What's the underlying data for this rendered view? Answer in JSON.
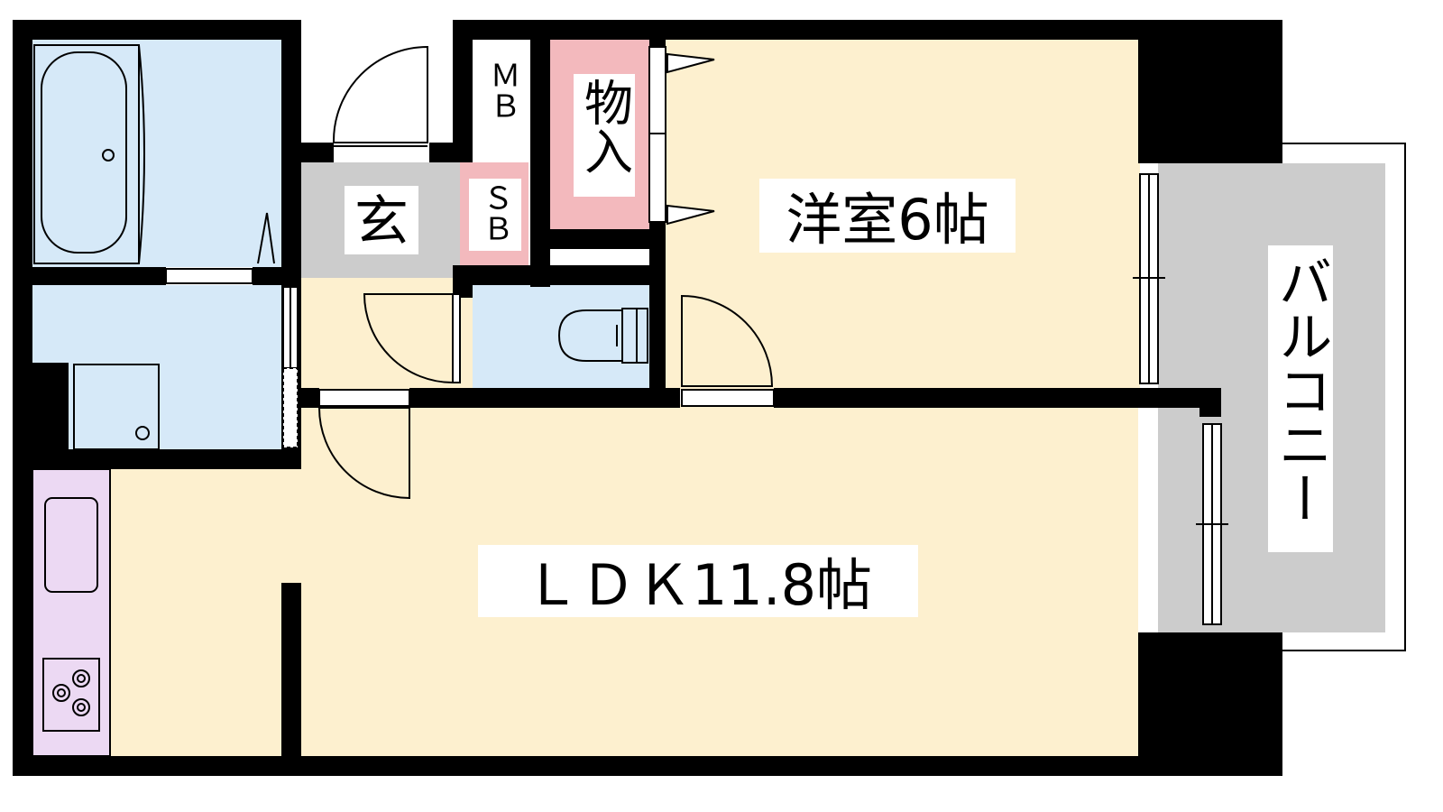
{
  "rooms": {
    "western_room": "洋室6帖",
    "ldk": "ＬＤＫ11.8帖",
    "entrance": "玄",
    "storage": "物入",
    "meter_box": "ＭＢ",
    "shoe_box": "ＳＢ",
    "balcony": "バルコニー"
  },
  "colors": {
    "wall": "#000000",
    "room_floor": "#fdf0cf",
    "wet_area": "#d6e9f8",
    "entrance_floor": "#cccccc",
    "storage": "#f3b9bd",
    "kitchen_counter": "#ecd9f3",
    "balcony_floor": "#cccccc",
    "fixture_line": "#000000"
  }
}
